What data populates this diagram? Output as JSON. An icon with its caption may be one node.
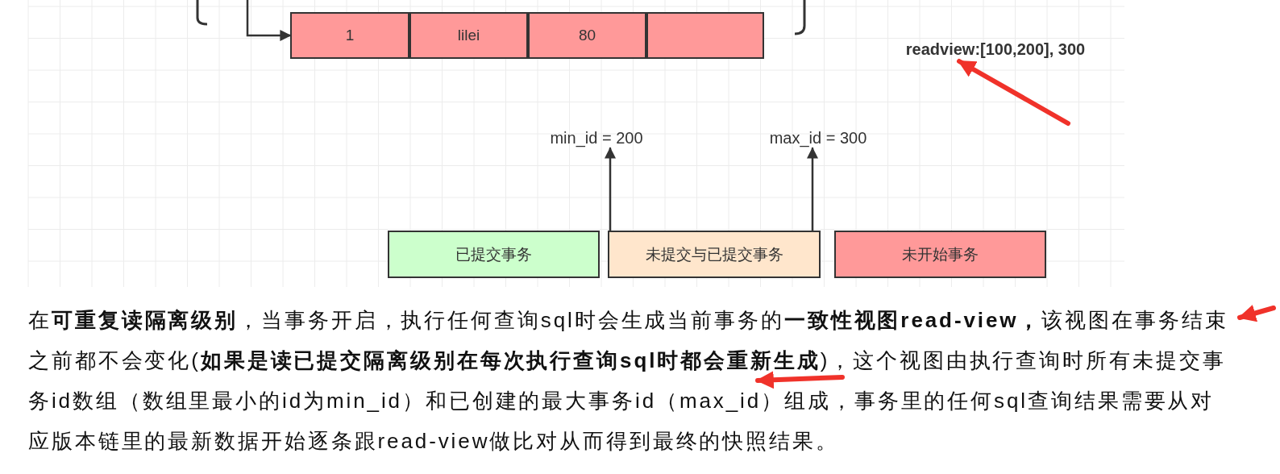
{
  "diagram": {
    "nodes": [
      {
        "text": [
          "1"
        ]
      },
      {
        "text": [
          "lilei"
        ]
      },
      {
        "text": [
          "80"
        ]
      },
      {
        "text": [],
        "shape": "box"
      },
      {
        "text": [
          "readview:[100,200], 300"
        ]
      },
      {
        "text": [
          "min_id = 200"
        ]
      },
      {
        "text": [
          "max_id = 300"
        ]
      },
      {
        "text": [
          "已提交事务"
        ]
      },
      {
        "text": [
          "未提交与已提交事务"
        ]
      },
      {
        "text": [
          "未开始事务"
        ]
      },
      {
        "text": [
          "在**可重复读隔离级别**，当事务开启，执行任何查询sql时会生成当前事务的**一致性视图read-view，**该视图在事务结束之前都不会变化(**如果是读已提交隔离级别在每次执行查询sql时都会重新生成**)，这个视图由执行查询时所有未提交事务id数组（数组里最小的id为min_id）和已创建的最大事务id（max_id）组成，事务里的任何sql查询结果需要从对应版本链里的最新数据开始逐条跟read-view做比对从而得到最终的快照结果。"
        ]
      }
    ],
    "edges": [
      {
        "from": null,
        "to": 0,
        "arrow": "to"
      },
      {
        "from": null,
        "to": 4,
        "arrow": "to",
        "style": "thick",
        "color": "#f0322a"
      },
      {
        "from": 8,
        "to": 5,
        "arrow": "to"
      },
      {
        "from": 8,
        "to": 6,
        "arrow": "to"
      },
      {
        "from": null,
        "to": 10,
        "arrow": "to",
        "style": "thick",
        "color": "#f0322a"
      },
      {
        "from": null,
        "to": 10,
        "arrow": "to",
        "style": "thick",
        "color": "#f0322a"
      }
    ]
  }
}
